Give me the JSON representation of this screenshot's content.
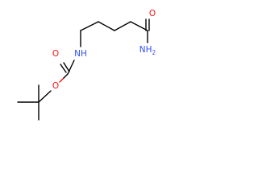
{
  "molecule": {
    "atoms": [
      {
        "id": "o_carbonyl",
        "text": "O",
        "color": "#ff0d0d"
      },
      {
        "id": "nh_carbamate",
        "text": "NH",
        "color": "#3050f8"
      },
      {
        "id": "o_ester",
        "text": "O",
        "color": "#ff0d0d"
      },
      {
        "id": "o_amide",
        "text": "O",
        "color": "#ff0d0d"
      },
      {
        "id": "nh2_amide",
        "text": "NH",
        "subscript": "2",
        "color": "#3050f8"
      }
    ],
    "bond_color": "#000000"
  }
}
